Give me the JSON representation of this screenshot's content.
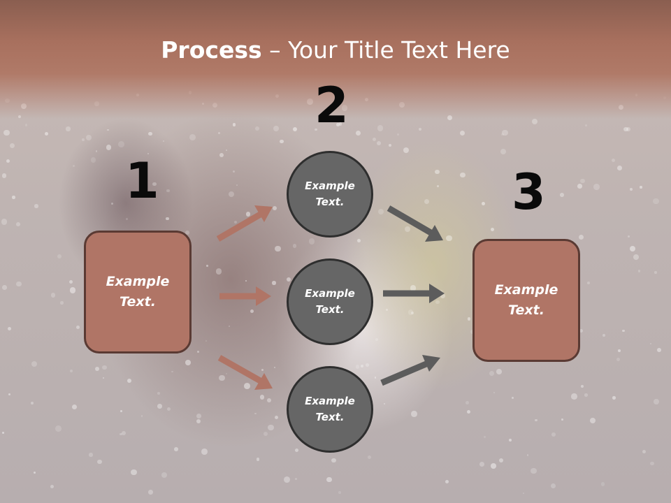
{
  "title": {
    "bold": "Process",
    "rest": " – Your Title Text Here"
  },
  "steps": [
    {
      "number": "1",
      "box_line1": "Example",
      "box_line2": "Text."
    },
    {
      "number": "2"
    },
    {
      "number": "3",
      "box_line1": "Example",
      "box_line2": "Text."
    }
  ],
  "circles": [
    {
      "line1": "Example",
      "line2": "Text."
    },
    {
      "line1": "Example",
      "line2": "Text."
    },
    {
      "line1": "Example",
      "line2": "Text."
    }
  ],
  "colors": {
    "box_fill": "#b07566",
    "box_border": "#5a3a33",
    "circle_fill": "#666666",
    "left_arrow": "#b07566",
    "right_arrow": "#5c5c5c",
    "title_band": "#a8705e"
  }
}
